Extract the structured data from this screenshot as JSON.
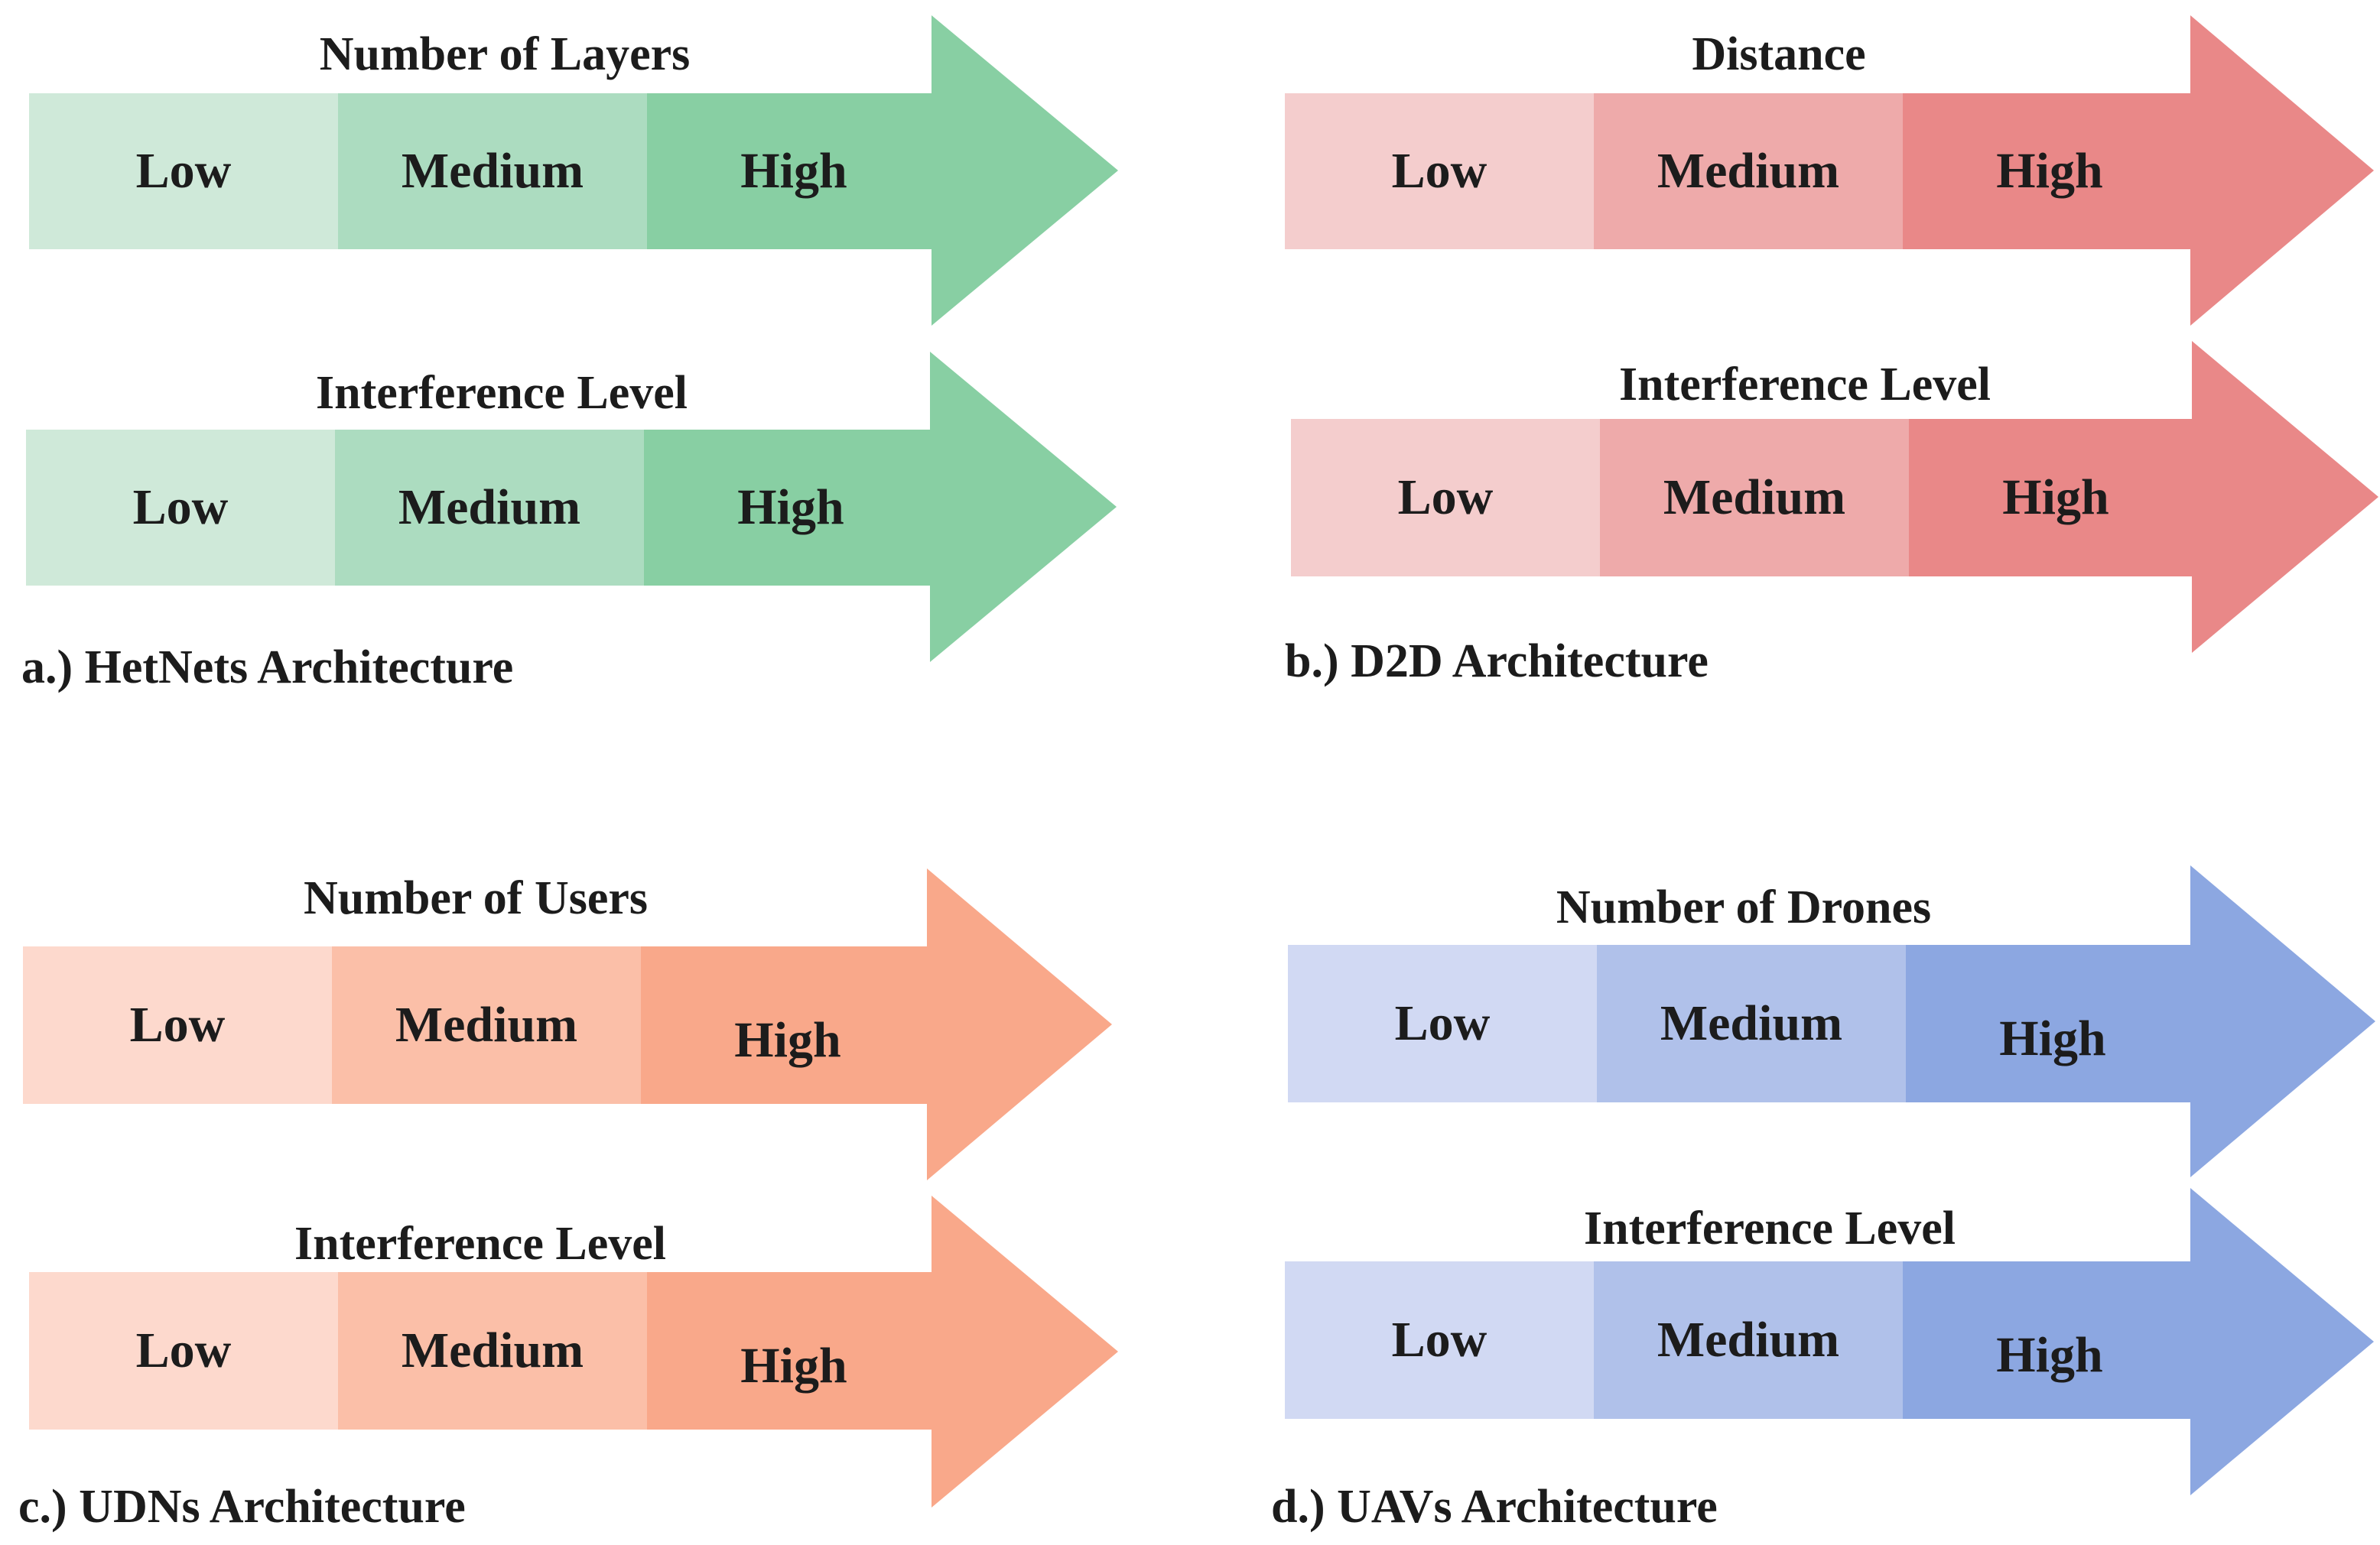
{
  "palettes": {
    "green": [
      "#cfe9d9",
      "#acdcc0",
      "#88cfa3"
    ],
    "red": [
      "#f4cdcd",
      "#eeaaaa",
      "#e98888"
    ],
    "orange": [
      "#fdd9cd",
      "#fbbfa8",
      "#f9a88a"
    ],
    "blue": [
      "#d1d9f3",
      "#b0c1ea",
      "#8ca7e1"
    ]
  },
  "panels": [
    {
      "caption": "a.) HetNets Architecture",
      "arrows": [
        {
          "title": "Number of Layers",
          "palette": "green",
          "levels": [
            "Low",
            "Medium",
            "High"
          ]
        },
        {
          "title": "Interference Level",
          "palette": "green",
          "levels": [
            "Low",
            "Medium",
            "High"
          ]
        }
      ]
    },
    {
      "caption": "b.) D2D  Architecture",
      "arrows": [
        {
          "title": "Distance",
          "palette": "red",
          "levels": [
            "Low",
            "Medium",
            "High"
          ]
        },
        {
          "title": "Interference Level",
          "palette": "red",
          "levels": [
            "Low",
            "Medium",
            "High"
          ]
        }
      ]
    },
    {
      "caption": "c.) UDNs  Architecture",
      "arrows": [
        {
          "title": "Number of Users",
          "palette": "orange",
          "levels": [
            "Low",
            "Medium",
            "High"
          ]
        },
        {
          "title": "Interference Level",
          "palette": "orange",
          "levels": [
            "Low",
            "Medium",
            "High"
          ]
        }
      ]
    },
    {
      "caption": "d.) UAVs  Architecture",
      "arrows": [
        {
          "title": "Number of Drones",
          "palette": "blue",
          "levels": [
            "Low",
            "Medium",
            "High"
          ]
        },
        {
          "title": "Interference Level",
          "palette": "blue",
          "levels": [
            "Low",
            "Medium",
            "High"
          ]
        }
      ]
    }
  ]
}
